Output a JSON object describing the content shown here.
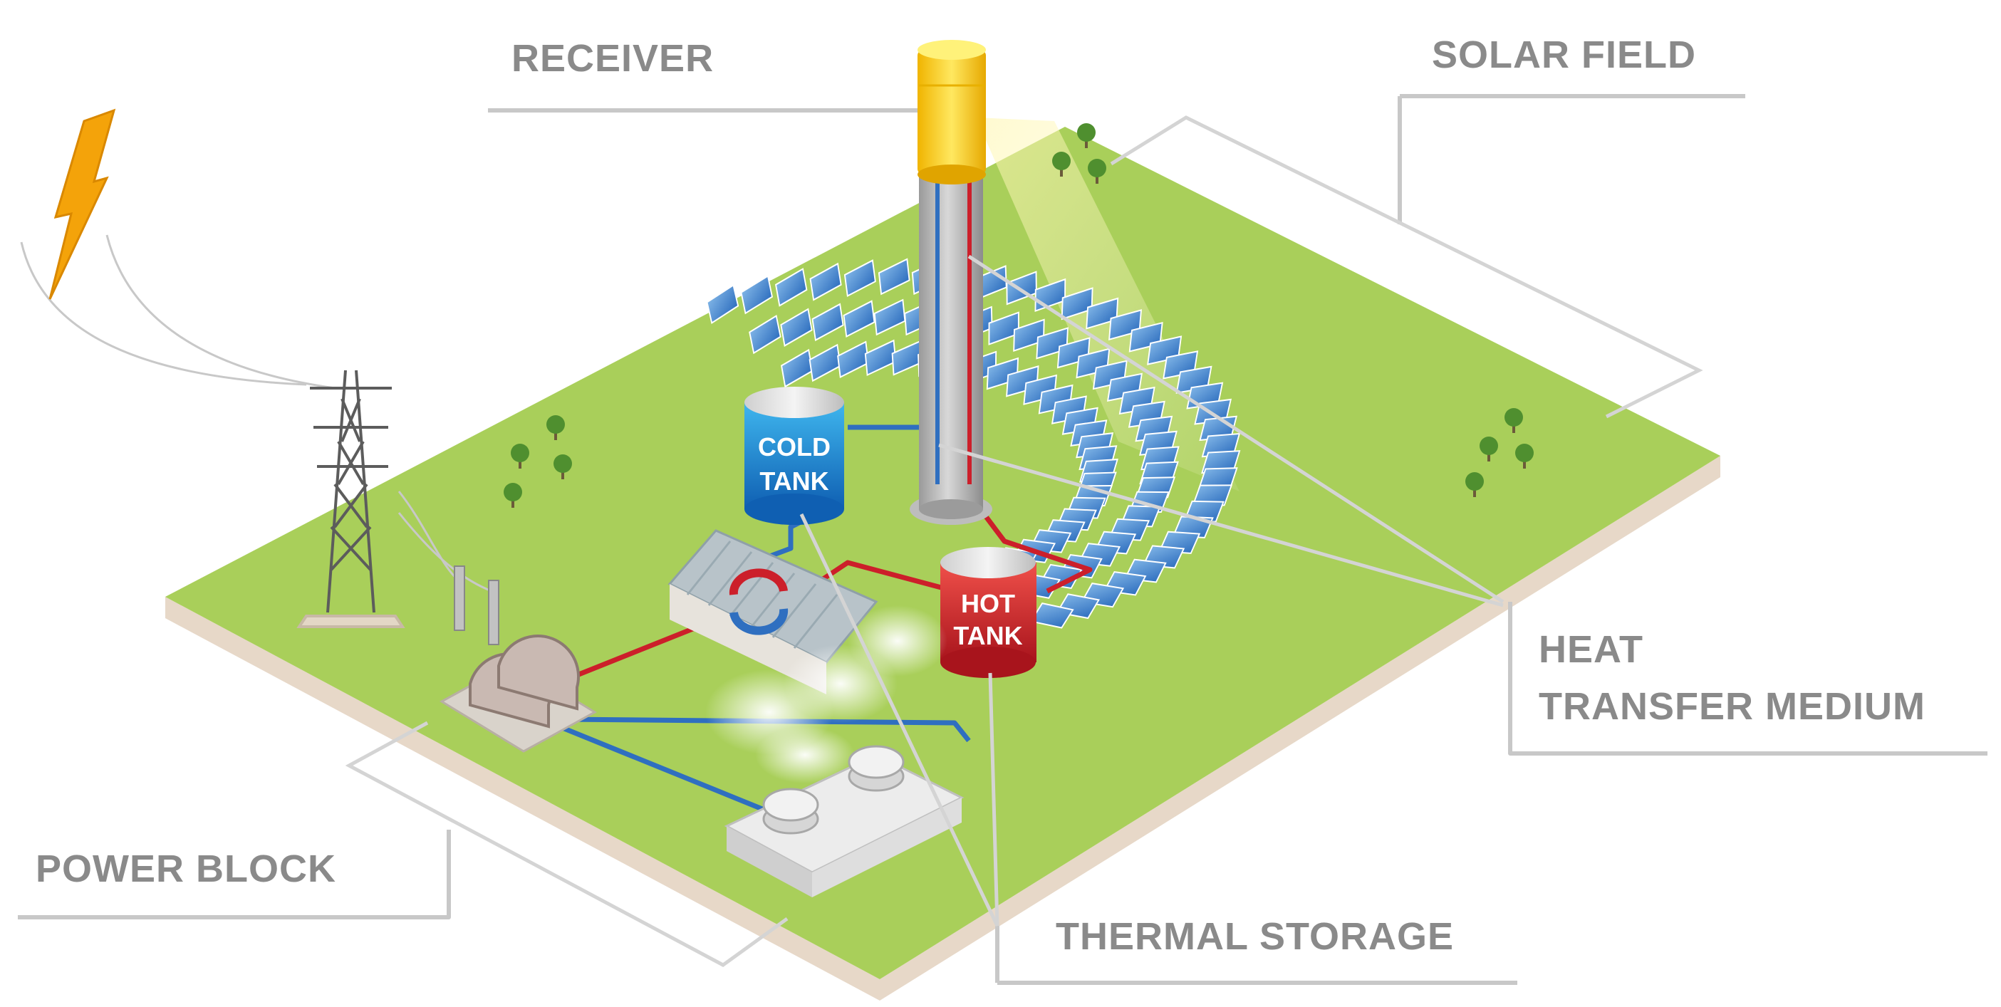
{
  "labels": {
    "receiver": "RECEIVER",
    "solar_field": "SOLAR FIELD",
    "heat_line1": "HEAT",
    "heat_line2": "TRANSFER MEDIUM",
    "power_block": "POWER BLOCK",
    "thermal_storage": "THERMAL STORAGE"
  },
  "tanks": {
    "cold_line1": "COLD",
    "cold_line2": "TANK",
    "hot_line1": "HOT",
    "hot_line2": "TANK"
  },
  "colors": {
    "ground": "#a9cf5a",
    "cold_pipe": "#2f6fc0",
    "hot_pipe": "#cc1f2a",
    "cold_tank": "#1f8fd6",
    "hot_tank": "#d42a2a",
    "receiver": "#f5c400",
    "heliostat": "#3f86cf",
    "leader": "#c8c8c8",
    "label_text": "#8a8a8a"
  },
  "icons": [
    "lightning-bolt-icon",
    "transmission-tower-icon",
    "heat-exchanger-cycle-icon"
  ]
}
